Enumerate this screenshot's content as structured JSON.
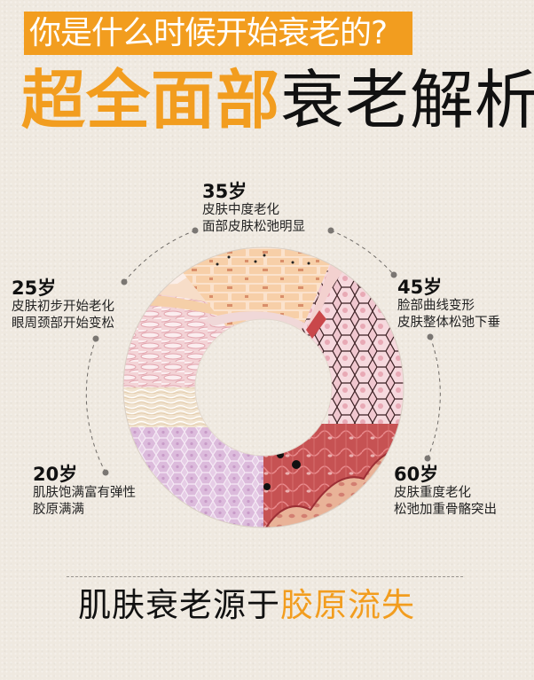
{
  "header": {
    "question": "你是什么时候开始衰老的?",
    "title_highlight": "超全面部",
    "title_rest": "衰老解析"
  },
  "colors": {
    "accent": "#f29d1f",
    "background": "#efe9e0",
    "text": "#111111"
  },
  "stages": [
    {
      "age": "20岁",
      "lines": [
        "肌肤饱满富有弹性",
        "胶原满满"
      ]
    },
    {
      "age": "25岁",
      "lines": [
        "皮肤初步开始老化",
        "眼周颈部开始变松"
      ]
    },
    {
      "age": "35岁",
      "lines": [
        "皮肤中度老化",
        "面部皮肤松弛明显"
      ]
    },
    {
      "age": "45岁",
      "lines": [
        "脸部曲线变形",
        "皮肤整体松弛下垂"
      ]
    },
    {
      "age": "60岁",
      "lines": [
        "皮肤重度老化",
        "松弛加重骨骼突出"
      ]
    }
  ],
  "ring": {
    "segments": [
      {
        "stage": "20岁",
        "icon": "skin-cells-lavender"
      },
      {
        "stage": "25岁",
        "icon": "skin-layers-pink"
      },
      {
        "stage": "35岁",
        "icon": "skin-bricks-peach"
      },
      {
        "stage": "45岁",
        "icon": "skin-cells-outlined"
      },
      {
        "stage": "60岁",
        "icon": "skin-tissue-dark-red"
      }
    ]
  },
  "footer": {
    "text_dark": "肌肤衰老源于",
    "text_highlight": "胶原流失"
  }
}
